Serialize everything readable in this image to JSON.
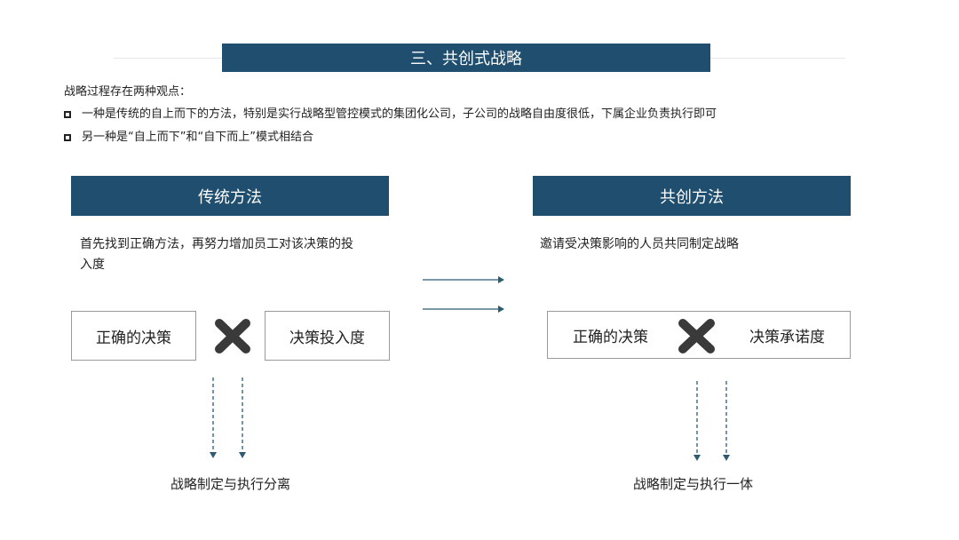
{
  "title": "三、共创式战略",
  "intro": "战略过程存在两种观点：",
  "bullets": [
    "一种是传统的自上而下的方法，特别是实行战略型管控模式的集团化公司，子公司的战略自由度很低，下属企业负责执行即可",
    "另一种是“自上而下”和“自下而上”模式相结合"
  ],
  "left": {
    "header": "传统方法",
    "description_line1": "首先找到正确方法，再努力增加员工对该决策的投",
    "description_line2": "入度",
    "box_a": "正确的决策",
    "box_b": "决策投入度",
    "result": "战略制定与执行分离"
  },
  "right": {
    "header": "共创方法",
    "description": "邀请受决策影响的人员共同制定战略",
    "box_a": "正确的决策",
    "box_b": "决策承诺度",
    "result": "战略制定与执行一体"
  },
  "colors": {
    "banner": "#1f4e6e",
    "cross": "#3a3a3a",
    "arrow": "#2e5a72"
  },
  "icons": {
    "multiply": "cross-icon",
    "bullet": "square-bullet-icon"
  }
}
